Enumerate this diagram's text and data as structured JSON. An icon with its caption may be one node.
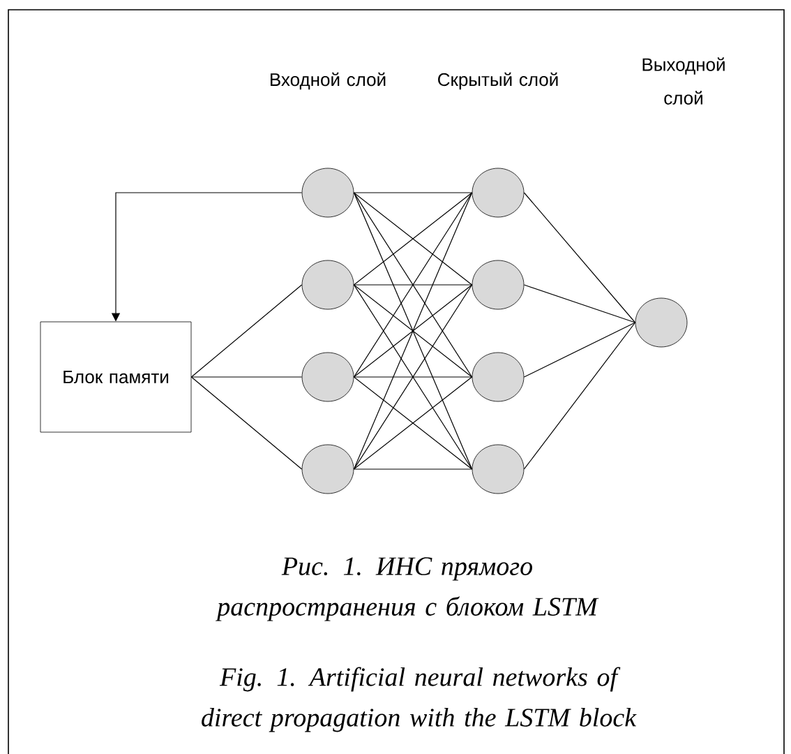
{
  "diagram": {
    "nodes": [
      {
        "text": [
          "Блок памяти"
        ]
      },
      {
        "text": [],
        "shape": "circle"
      },
      {
        "text": [],
        "shape": "circle"
      },
      {
        "text": [],
        "shape": "circle"
      },
      {
        "text": [],
        "shape": "circle"
      },
      {
        "text": [],
        "shape": "circle"
      },
      {
        "text": [],
        "shape": "circle"
      },
      {
        "text": [],
        "shape": "circle"
      },
      {
        "text": [],
        "shape": "circle"
      },
      {
        "text": [],
        "shape": "circle"
      }
    ],
    "edges": [
      {
        "from": 1,
        "to": 0,
        "arrow": "to"
      },
      {
        "from": 0,
        "to": 2,
        "arrow": "none"
      },
      {
        "from": 0,
        "to": 3,
        "arrow": "none"
      },
      {
        "from": 0,
        "to": 4,
        "arrow": "none"
      },
      {
        "from": 1,
        "to": 5,
        "arrow": "none"
      },
      {
        "from": 1,
        "to": 6,
        "arrow": "none"
      },
      {
        "from": 1,
        "to": 7,
        "arrow": "none"
      },
      {
        "from": 1,
        "to": 8,
        "arrow": "none"
      },
      {
        "from": 2,
        "to": 5,
        "arrow": "none"
      },
      {
        "from": 2,
        "to": 6,
        "arrow": "none"
      },
      {
        "from": 2,
        "to": 7,
        "arrow": "none"
      },
      {
        "from": 2,
        "to": 8,
        "arrow": "none"
      },
      {
        "from": 3,
        "to": 5,
        "arrow": "none"
      },
      {
        "from": 3,
        "to": 6,
        "arrow": "none"
      },
      {
        "from": 3,
        "to": 7,
        "arrow": "none"
      },
      {
        "from": 3,
        "to": 8,
        "arrow": "none"
      },
      {
        "from": 4,
        "to": 5,
        "arrow": "none"
      },
      {
        "from": 4,
        "to": 6,
        "arrow": "none"
      },
      {
        "from": 4,
        "to": 7,
        "arrow": "none"
      },
      {
        "from": 4,
        "to": 8,
        "arrow": "none"
      },
      {
        "from": 5,
        "to": 9,
        "arrow": "none"
      },
      {
        "from": 6,
        "to": 9,
        "arrow": "none"
      },
      {
        "from": 7,
        "to": 9,
        "arrow": "none"
      },
      {
        "from": 8,
        "to": 9,
        "arrow": "none"
      }
    ],
    "labels": [
      "Входной слой",
      "Скрытый слой",
      "Выходной слой",
      "Рис. 1. ИНС прямого распространения с блоком LSTM",
      "Fig. 1. Artificial neural networks of direct propagation with the LSTM block"
    ]
  }
}
